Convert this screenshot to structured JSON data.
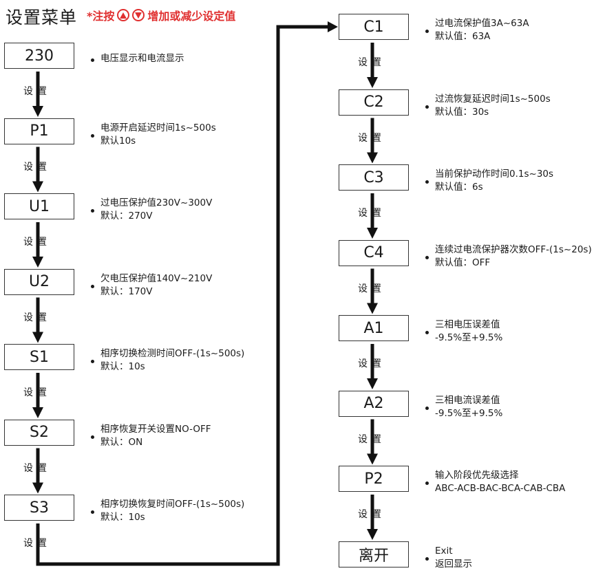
{
  "header": {
    "title": "设置菜单",
    "note_prefix": "*注按",
    "note_suffix": "增加或减少设定值",
    "up_icon": "up-triangle-circle-icon",
    "down_icon": "down-triangle-circle-icon",
    "note_color": "#e03030"
  },
  "step_label": "设置",
  "left_column": [
    {
      "code": "230",
      "lines": [
        "电压显示和电流显示"
      ]
    },
    {
      "code": "P1",
      "lines": [
        "电源开启延迟时间1s~500s",
        "默认10s"
      ]
    },
    {
      "code": "U1",
      "lines": [
        "过电压保护值230V~300V",
        "默认：270V"
      ]
    },
    {
      "code": "U2",
      "lines": [
        "欠电压保护值140V~210V",
        "默认：170V"
      ]
    },
    {
      "code": "S1",
      "lines": [
        "相序切换检测时间OFF-(1s~500s)",
        "默认：10s"
      ]
    },
    {
      "code": "S2",
      "lines": [
        "相序恢复开关设置NO-OFF",
        "默认：ON"
      ]
    },
    {
      "code": "S3",
      "lines": [
        "相序切换恢复时间OFF-(1s~500s)",
        "默认：10s"
      ]
    }
  ],
  "right_column": [
    {
      "code": "C1",
      "lines": [
        "过电流保护值3A~63A",
        "默认值：63A"
      ]
    },
    {
      "code": "C2",
      "lines": [
        "过流恢复延迟时间1s~500s",
        "默认值：30s"
      ]
    },
    {
      "code": "C3",
      "lines": [
        "当前保护动作时间0.1s~30s",
        "默认值：6s"
      ]
    },
    {
      "code": "C4",
      "lines": [
        "连续过电流保护器次数OFF-(1s~20s)",
        "默认值：OFF"
      ]
    },
    {
      "code": "A1",
      "lines": [
        "三相电压误差值",
        "-9.5%至+9.5%"
      ]
    },
    {
      "code": "A2",
      "lines": [
        "三相电流误差值",
        "-9.5%至+9.5%"
      ]
    },
    {
      "code": "P2",
      "lines": [
        "输入阶段优先级选择",
        "ABC-ACB-BAC-BCA-CAB-CBA"
      ]
    },
    {
      "code": "离开",
      "lines": [
        "Exit",
        "返回显示"
      ]
    }
  ]
}
